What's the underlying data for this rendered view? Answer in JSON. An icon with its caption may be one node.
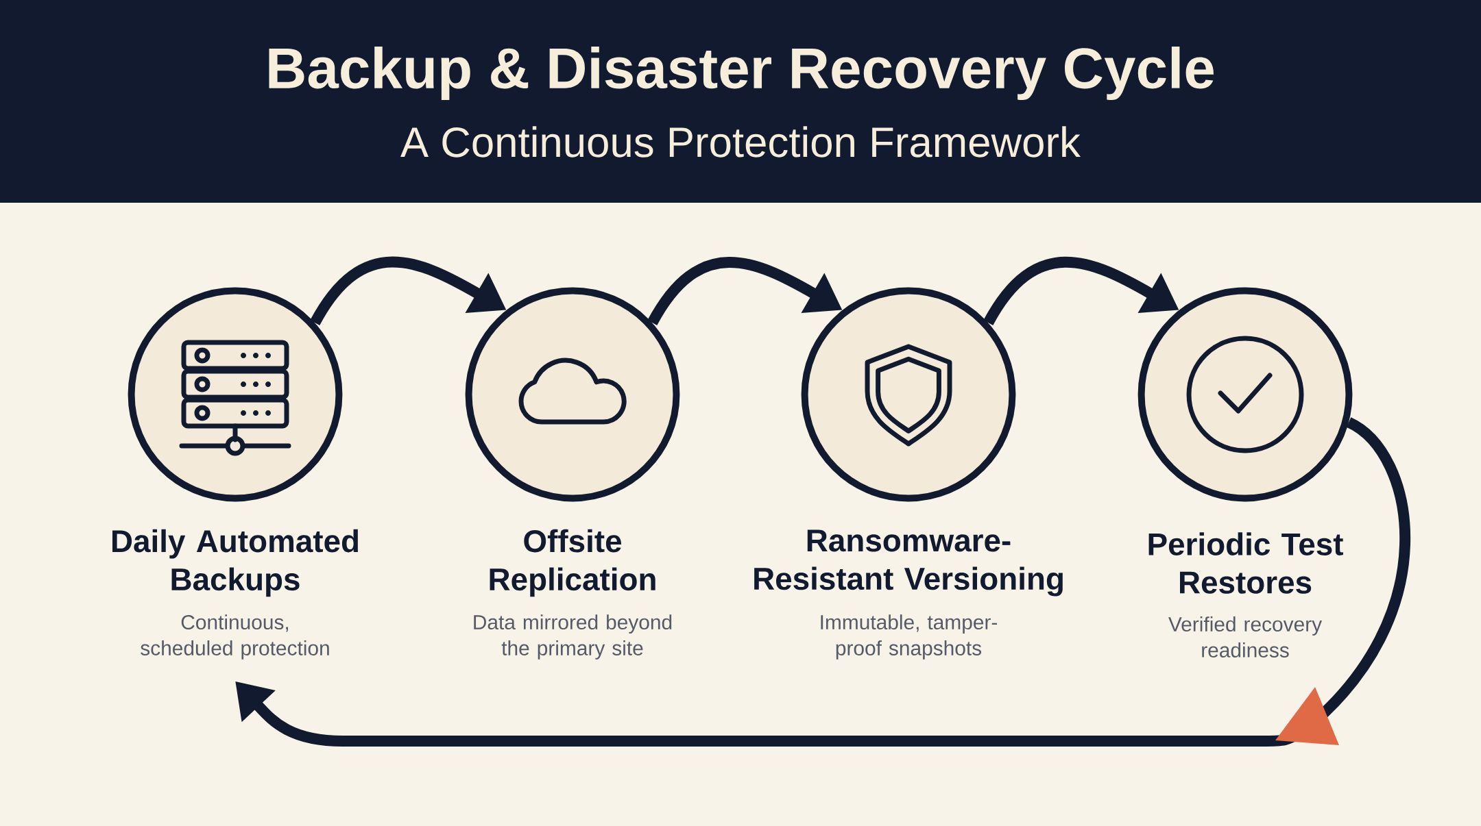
{
  "diagram": {
    "title": "Backup & Disaster Recovery Cycle",
    "nodes": [
      {
        "text": [
          "Daily Automated Backups",
          "Continuous, scheduled protection"
        ]
      },
      {
        "text": [
          "Offsite Replication",
          "Data mirrored beyond the primary site"
        ]
      },
      {
        "text": [
          "Ransomware-Resistant Versioning",
          "Immutable, tamper-proof snapshots"
        ]
      },
      {
        "text": [
          "Periodic Test Restores",
          "Verified recovery readiness"
        ]
      }
    ],
    "edges": [
      {
        "from": 0,
        "to": 1,
        "arrow": "to"
      },
      {
        "from": 1,
        "to": 2,
        "arrow": "to"
      },
      {
        "from": 2,
        "to": 3,
        "arrow": "to"
      },
      {
        "from": 3,
        "to": 0,
        "arrow": "to"
      }
    ],
    "labels": [
      "A Continuous Protection Framework"
    ]
  }
}
